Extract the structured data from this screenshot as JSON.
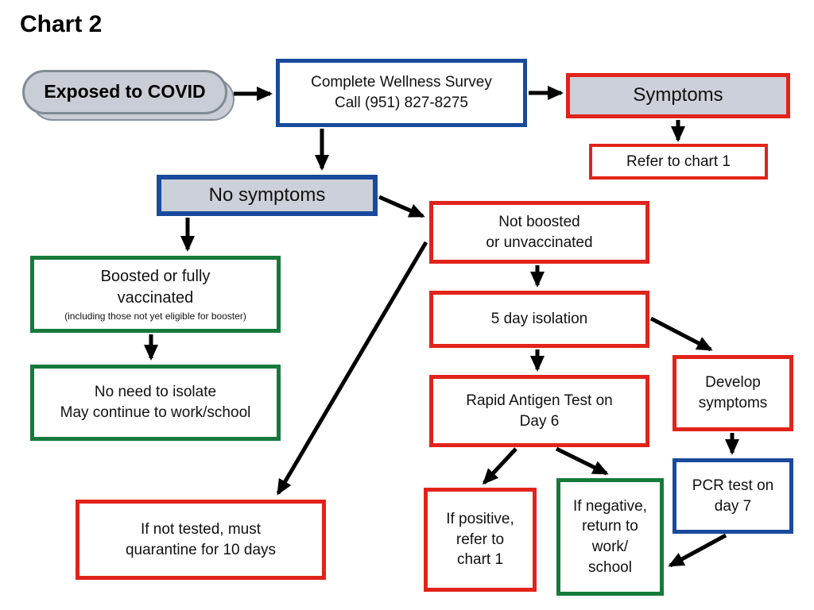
{
  "title": "Chart 2",
  "colors": {
    "blue": "#1a4a9c",
    "red": "#e2231a",
    "green": "#157a3b",
    "gray_fill": "#ccd0d8"
  },
  "nodes": {
    "exposed": {
      "label": "Exposed to COVID"
    },
    "survey": {
      "label": "Complete Wellness Survey\nCall (951) 827-8275"
    },
    "symptoms": {
      "label": "Symptoms"
    },
    "refer_chart1": {
      "label": "Refer to chart 1"
    },
    "no_symptoms": {
      "label": "No symptoms"
    },
    "boosted": {
      "label": "Boosted or fully\nvaccinated",
      "sublabel": "(including those not yet eligible for booster)"
    },
    "no_isolate": {
      "label": "No need to isolate\nMay continue to work/school"
    },
    "not_boosted": {
      "label": "Not boosted\nor unvaccinated"
    },
    "isolation": {
      "label": "5 day isolation"
    },
    "rapid_test": {
      "label": "Rapid Antigen Test on\nDay 6"
    },
    "develop_symptoms": {
      "label": "Develop\nsymptoms"
    },
    "pcr_test": {
      "label": "PCR test on\nday 7"
    },
    "if_positive": {
      "label": "If positive,\nrefer to\nchart 1"
    },
    "if_negative": {
      "label": "If negative,\nreturn to\nwork/\nschool"
    },
    "quarantine": {
      "label": "If not tested, must\nquarantine for 10 days"
    }
  },
  "edges": [
    {
      "from": "exposed",
      "to": "survey"
    },
    {
      "from": "survey",
      "to": "symptoms"
    },
    {
      "from": "symptoms",
      "to": "refer_chart1"
    },
    {
      "from": "survey",
      "to": "no_symptoms"
    },
    {
      "from": "no_symptoms",
      "to": "boosted"
    },
    {
      "from": "no_symptoms",
      "to": "not_boosted"
    },
    {
      "from": "boosted",
      "to": "no_isolate"
    },
    {
      "from": "not_boosted",
      "to": "isolation"
    },
    {
      "from": "isolation",
      "to": "rapid_test"
    },
    {
      "from": "isolation",
      "to": "develop_symptoms"
    },
    {
      "from": "rapid_test",
      "to": "if_positive"
    },
    {
      "from": "rapid_test",
      "to": "if_negative"
    },
    {
      "from": "develop_symptoms",
      "to": "pcr_test"
    },
    {
      "from": "pcr_test",
      "to": "if_negative"
    },
    {
      "from": "not_boosted",
      "to": "quarantine"
    }
  ]
}
